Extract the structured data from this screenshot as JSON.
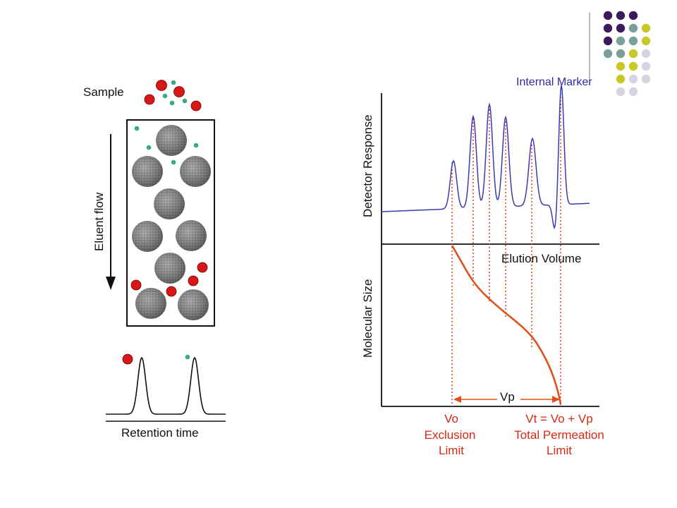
{
  "left_panel": {
    "sample_label": "Sample",
    "eluent_label": "Eluent flow",
    "retention_label": "Retention time"
  },
  "chromatogram": {
    "y_label": "Detector Response",
    "internal_marker_label": "Internal Marker",
    "elution_volume_label": "Elution Volume"
  },
  "calibration": {
    "y_label": "Molecular Size",
    "vp_label": "Vp",
    "vo_label": "Vo",
    "exclusion_label": "Exclusion",
    "limit_label_left": "Limit",
    "vt_label": "Vt = Vo + Vp",
    "total_perm_label": "Total Permeation",
    "limit_label_right": "Limit"
  },
  "colors": {
    "large_particle": "#d81818",
    "small_particle": "#3aa88a",
    "bead": "#8c8c8c",
    "detector_trace": "#3a3ab0",
    "calibration_curve": "#e0501c",
    "dotted_guides": "#d83018",
    "deco_purple": "#3b1a5e",
    "deco_teal": "#7a9e9a",
    "deco_yellow": "#c8c828",
    "deco_lavender": "#d4d4e2"
  }
}
